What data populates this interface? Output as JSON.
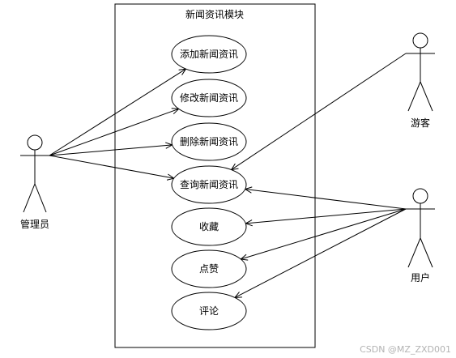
{
  "diagram": {
    "system_title": "新闻资讯模块",
    "use_cases": [
      {
        "id": "add",
        "label": "添加新闻资讯"
      },
      {
        "id": "edit",
        "label": "修改新闻资讯"
      },
      {
        "id": "delete",
        "label": "删除新闻资讯"
      },
      {
        "id": "query",
        "label": "查询新闻资讯"
      },
      {
        "id": "favorite",
        "label": "收藏"
      },
      {
        "id": "like",
        "label": "点赞"
      },
      {
        "id": "comment",
        "label": "评论"
      }
    ],
    "actors": [
      {
        "id": "admin",
        "label": "管理员"
      },
      {
        "id": "guest",
        "label": "游客"
      },
      {
        "id": "user",
        "label": "用户"
      }
    ],
    "associations": [
      {
        "from": "admin",
        "to": "add"
      },
      {
        "from": "admin",
        "to": "edit"
      },
      {
        "from": "admin",
        "to": "delete"
      },
      {
        "from": "admin",
        "to": "query"
      },
      {
        "from": "guest",
        "to": "query"
      },
      {
        "from": "user",
        "to": "query"
      },
      {
        "from": "user",
        "to": "favorite"
      },
      {
        "from": "user",
        "to": "like"
      },
      {
        "from": "user",
        "to": "comment"
      }
    ]
  },
  "watermark": "CSDN @MZ_ZXD001"
}
